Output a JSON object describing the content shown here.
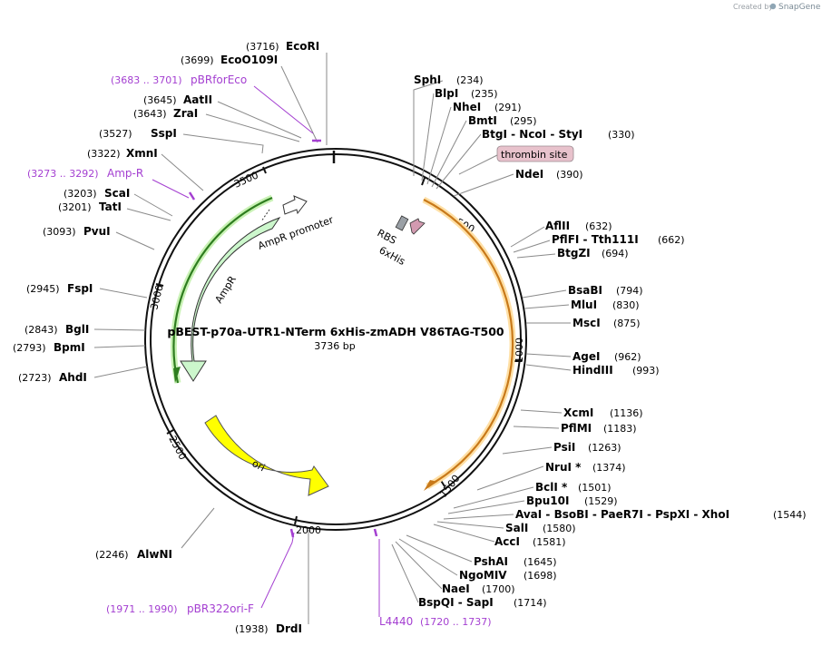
{
  "credit": {
    "created_by": "Created by",
    "brand": "SnapGene"
  },
  "plasmid": {
    "name": "pBEST-p70a-UTR1-NTerm 6xHis-zmADH V86TAG-T500",
    "size": "3736 bp"
  },
  "ticks": [
    "500",
    "1000",
    "1500",
    "2000",
    "2500",
    "3000",
    "3500"
  ],
  "features": {
    "ampr": "AmpR",
    "ampr_promoter": "AmpR promoter",
    "ori": "ori",
    "rbs": "RBS",
    "his": "6xHis",
    "thrombin": "thrombin site"
  },
  "enzymes": [
    {
      "name": "EcoRI",
      "pos": "(3716)"
    },
    {
      "name": "EcoO109I",
      "pos": "(3699)"
    },
    {
      "name": "AatII",
      "pos": "(3645)"
    },
    {
      "name": "ZraI",
      "pos": "(3643)"
    },
    {
      "name": "SspI",
      "pos": "(3527)"
    },
    {
      "name": "XmnI",
      "pos": "(3322)"
    },
    {
      "name": "ScaI",
      "pos": "(3203)"
    },
    {
      "name": "TatI",
      "pos": "(3201)"
    },
    {
      "name": "PvuI",
      "pos": "(3093)"
    },
    {
      "name": "FspI",
      "pos": "(2945)"
    },
    {
      "name": "BglI",
      "pos": "(2843)"
    },
    {
      "name": "BpmI",
      "pos": "(2793)"
    },
    {
      "name": "AhdI",
      "pos": "(2723)"
    },
    {
      "name": "AlwNI",
      "pos": "(2246)"
    },
    {
      "name": "DrdI",
      "pos": "(1938)"
    },
    {
      "name": "SphI",
      "pos": "(234)"
    },
    {
      "name": "BlpI",
      "pos": "(235)"
    },
    {
      "name": "NheI",
      "pos": "(291)"
    },
    {
      "name": "BmtI",
      "pos": "(295)"
    },
    {
      "name": "BtgI - NcoI - StyI",
      "pos": "(330)"
    },
    {
      "name": "NdeI",
      "pos": "(390)"
    },
    {
      "name": "AflII",
      "pos": "(632)"
    },
    {
      "name": "PflFI - Tth111I",
      "pos": "(662)"
    },
    {
      "name": "BtgZI",
      "pos": "(694)"
    },
    {
      "name": "BsaBI",
      "pos": "(794)"
    },
    {
      "name": "MluI",
      "pos": "(830)"
    },
    {
      "name": "MscI",
      "pos": "(875)"
    },
    {
      "name": "AgeI",
      "pos": "(962)"
    },
    {
      "name": "HindIII",
      "pos": "(993)"
    },
    {
      "name": "XcmI",
      "pos": "(1136)"
    },
    {
      "name": "PflMI",
      "pos": "(1183)"
    },
    {
      "name": "PsiI",
      "pos": "(1263)"
    },
    {
      "name": "NruI *",
      "pos": "(1374)"
    },
    {
      "name": "BclI *",
      "pos": "(1501)"
    },
    {
      "name": "Bpu10I",
      "pos": "(1529)"
    },
    {
      "name": "AvaI - BsoBI - PaeR7I - PspXI - XhoI",
      "pos": "(1544)"
    },
    {
      "name": "SalI",
      "pos": "(1580)"
    },
    {
      "name": "AccI",
      "pos": "(1581)"
    },
    {
      "name": "PshAI",
      "pos": "(1645)"
    },
    {
      "name": "NgoMIV",
      "pos": "(1698)"
    },
    {
      "name": "NaeI",
      "pos": "(1700)"
    },
    {
      "name": "BspQI - SapI",
      "pos": "(1714)"
    }
  ],
  "primers": [
    {
      "name": "pBRforEco",
      "range": "(3683 .. 3701)"
    },
    {
      "name": "Amp-R",
      "range": "(3273 .. 3292)"
    },
    {
      "name": "pBR322ori-F",
      "range": "(1971 .. 1990)"
    },
    {
      "name": "L4440",
      "range": "(1720 .. 1737)"
    }
  ],
  "colors": {
    "ampr_fill": "#ccf7cc",
    "ampr_arc": "#2e7d1f",
    "ori_fill": "#ffff00",
    "cds_arc": "#c8791a",
    "cds_glow": "#ffe0a6",
    "thrombin_fill": "#e8c2cc",
    "primer": "#a43fd1"
  }
}
